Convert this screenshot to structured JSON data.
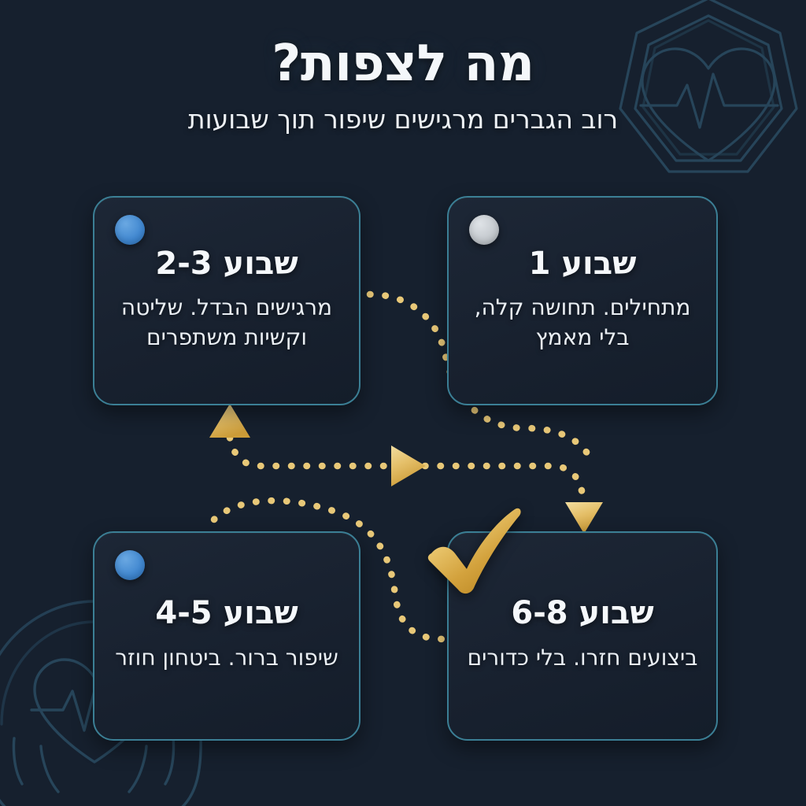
{
  "header": {
    "title": "מה לצפות?",
    "subtitle": "רוב הגברים מרגישים שיפור תוך שבועות"
  },
  "colors": {
    "background": "#16202e",
    "card_fill": "#1b2535",
    "card_border": "#3b7f95",
    "dot_blue": "#4a90d9",
    "dot_grey": "#c4c8cc",
    "gold": "#e8c878",
    "gold_dark": "#c99b33",
    "text_primary": "#f5f8fb",
    "text_secondary": "#eaeff4",
    "deco_stroke": "#27455a"
  },
  "cards": [
    {
      "id": "week-1",
      "title": "שבוע 1",
      "desc": "מתחילים. תחושה קלה, בלי מאמץ",
      "badge": "grey-dot",
      "position": "top-right",
      "order": 1
    },
    {
      "id": "week-2-3",
      "title": "שבוע 2-3",
      "desc": "מרגישים הבדל. שליטה וקשיות משתפרים",
      "badge": "blue-dot",
      "position": "top-left",
      "order": 2
    },
    {
      "id": "week-4-5",
      "title": "שבוע 4-5",
      "desc": "שיפור ברור. ביטחון חוזר",
      "badge": "blue-dot",
      "position": "bottom-left",
      "order": 3
    },
    {
      "id": "week-6-8",
      "title": "שבוע 6-8",
      "desc": "ביצועים חזרו. בלי כדורים",
      "badge": "gold-check",
      "position": "bottom-right",
      "order": 4
    }
  ],
  "connectors": [
    {
      "id": "week1-to-week2-3",
      "style": "dotted",
      "color": "#e8c878",
      "arrow": "up"
    },
    {
      "id": "week2-3-to-week4-5",
      "style": "dotted",
      "color": "#e8c878",
      "arrow": "right"
    },
    {
      "id": "week4-5-to-week6-8",
      "style": "dotted",
      "color": "#e8c878",
      "arrow": "down"
    }
  ],
  "decorations": [
    {
      "id": "heart-pulse-shield",
      "corner": "top-right"
    },
    {
      "id": "hands-holding-heart",
      "corner": "bottom-left"
    }
  ]
}
